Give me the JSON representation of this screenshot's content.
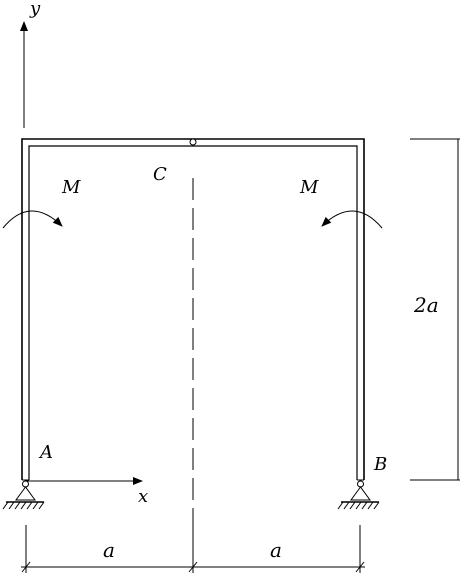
{
  "labels": {
    "y_axis": "y",
    "x_axis": "x",
    "point_a": "A",
    "point_b": "B",
    "point_c": "C",
    "moment_left": "M",
    "moment_right": "M",
    "height_dim": "2a",
    "width_left_dim": "a",
    "width_right_dim": "a"
  }
}
